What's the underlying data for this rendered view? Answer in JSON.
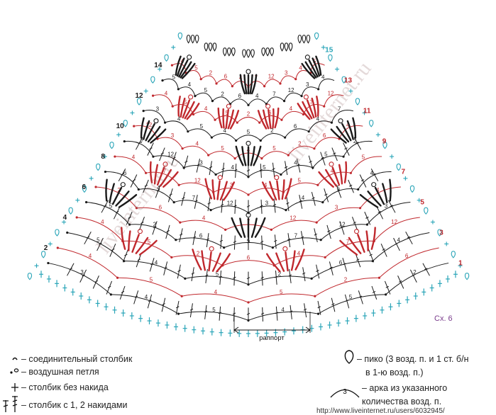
{
  "diagram": {
    "scheme_label": "Сх. 6",
    "rapport_label": "раппорт",
    "watermark": "liveinternet.ru",
    "site_url": "http://www.liveinternet.ru/users/6032945/",
    "left_row_numbers": [
      "14",
      "12",
      "10",
      "8",
      "6",
      "4",
      "2"
    ],
    "right_row_numbers": [
      "15",
      "13",
      "11",
      "9",
      "7",
      "5",
      "3",
      "1"
    ],
    "arc_counts": [
      "3",
      "4",
      "5",
      "4",
      "5",
      "2",
      "6",
      "4",
      "7",
      "12"
    ],
    "colors": {
      "black": "#1a1a1a",
      "red": "#c0282d",
      "cyan": "#2aa5b8",
      "purple": "#7a3c8c"
    }
  },
  "legend": {
    "left": [
      {
        "icon": "slip-stitch-icon",
        "text": "– соединительный столбик"
      },
      {
        "icon": "chain-stitch-icon",
        "text": "– воздушная петля"
      },
      {
        "icon": "single-crochet-icon",
        "text": "– столбик без накида"
      },
      {
        "icon": "double-crochet-icon",
        "text": "– столбик с 1, 2 накидами"
      }
    ],
    "right": [
      {
        "icon": "picot-icon",
        "lines": [
          "– пико (3 возд. п. и 1 ст. б/н",
          "в 1-ю возд. п.)"
        ]
      },
      {
        "icon": "arch-icon",
        "arch_number": "3",
        "lines": [
          "– арка из указанного",
          "количества возд. п."
        ]
      }
    ]
  }
}
